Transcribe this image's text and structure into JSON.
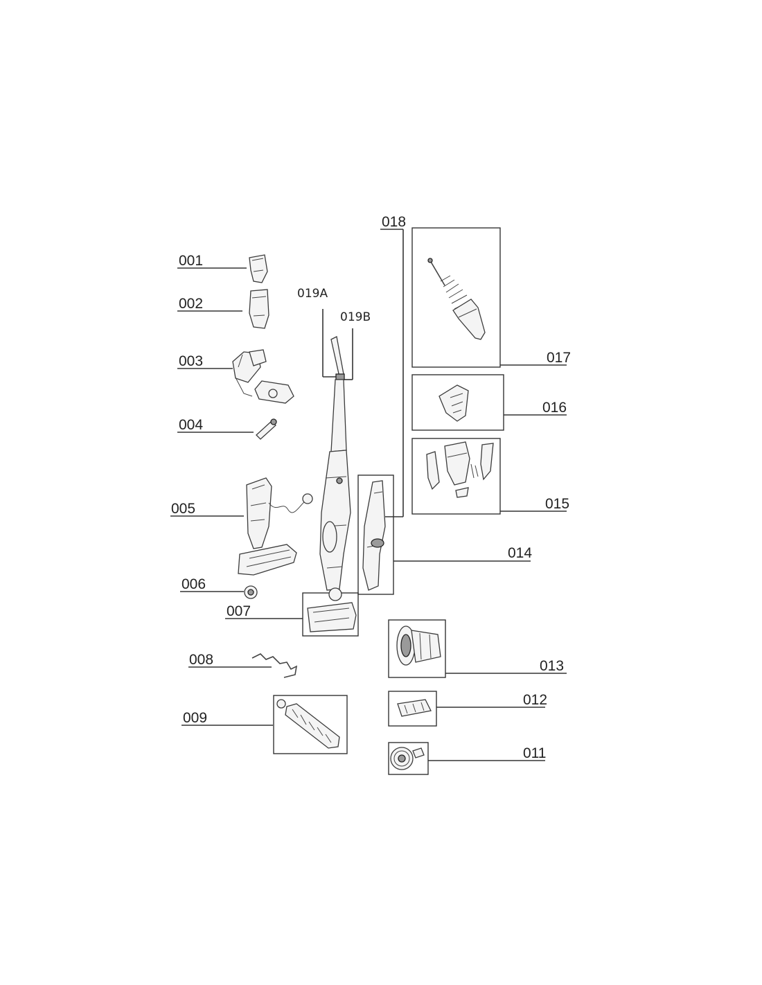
{
  "labels": {
    "p001": "001",
    "p002": "002",
    "p003": "003",
    "p004": "004",
    "p005": "005",
    "p006": "006",
    "p007": "007",
    "p008": "008",
    "p009": "009",
    "p011": "011",
    "p012": "012",
    "p013": "013",
    "p014": "014",
    "p015": "015",
    "p016": "016",
    "p017": "017",
    "p018": "018",
    "p019a": "019A",
    "p019b": "019B"
  }
}
